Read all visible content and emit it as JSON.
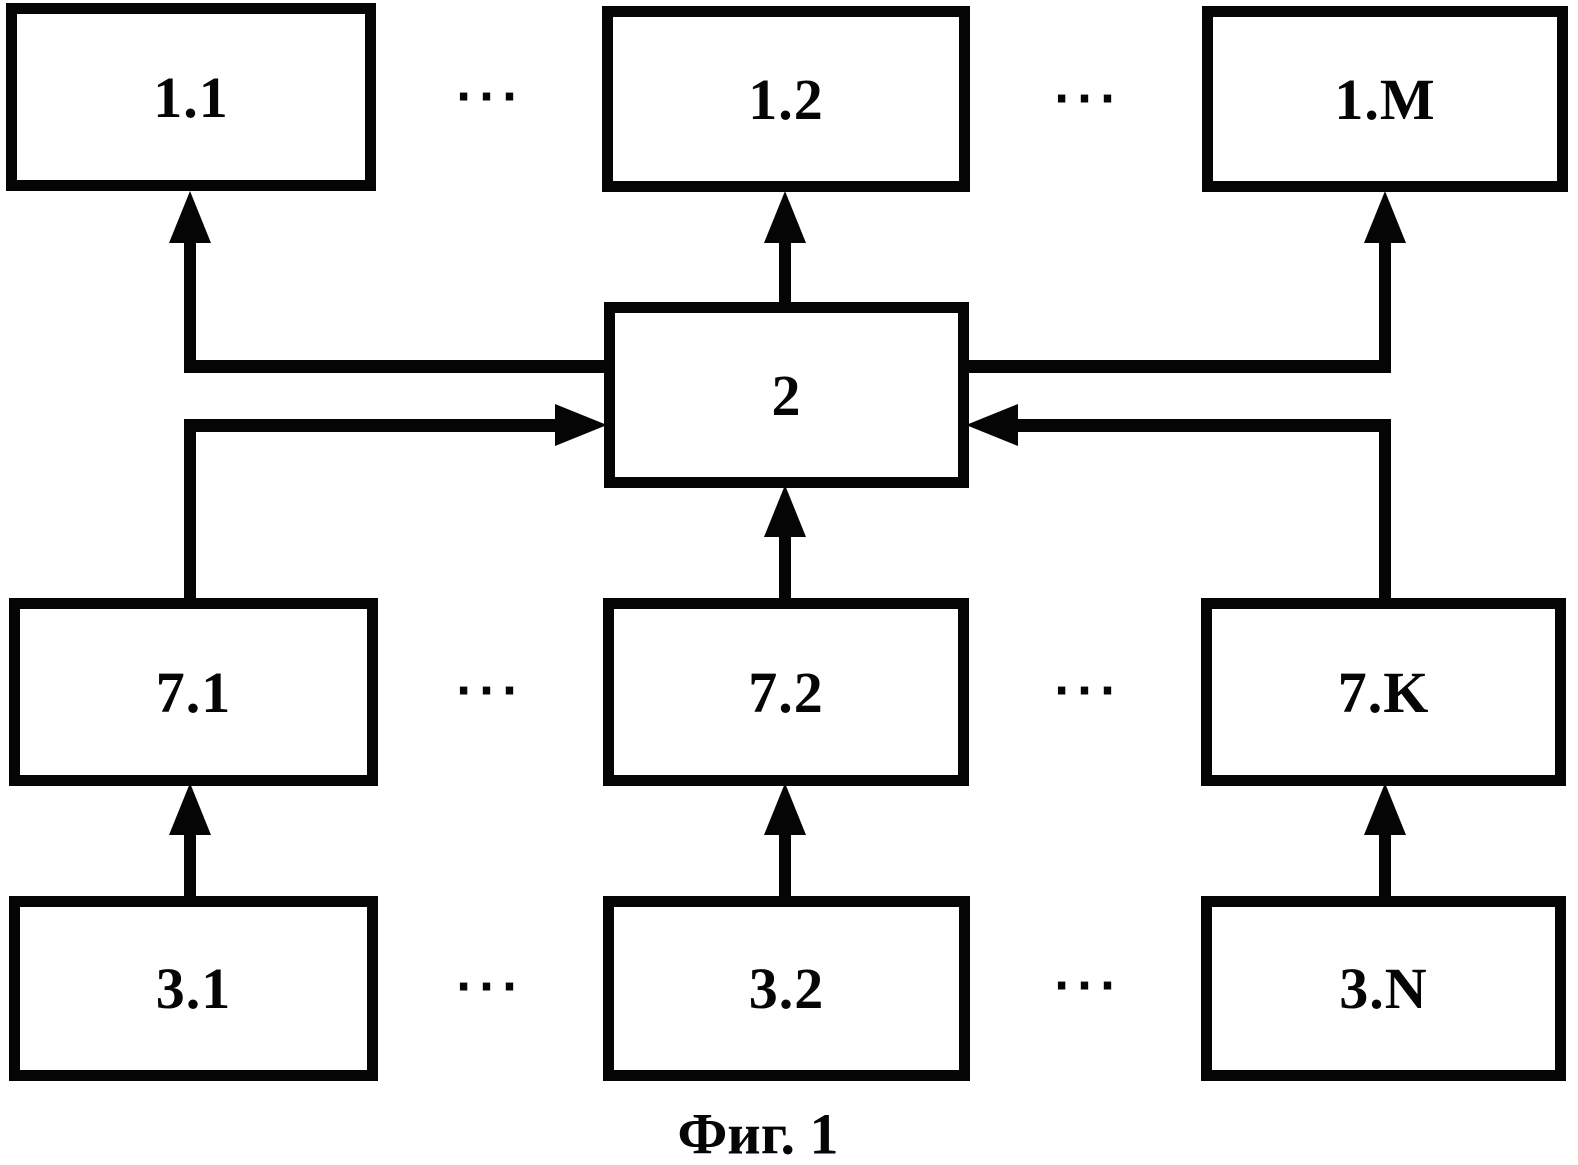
{
  "figure": {
    "caption": "Фиг. 1",
    "ellipsis": "···",
    "ink_color": "#050505",
    "background_color": "#ffffff",
    "nodes": {
      "top_left": {
        "label": "1.1"
      },
      "top_center": {
        "label": "1.2"
      },
      "top_right": {
        "label": "1.M"
      },
      "center": {
        "label": "2"
      },
      "mid_left": {
        "label": "7.1"
      },
      "mid_center": {
        "label": "7.2"
      },
      "mid_right": {
        "label": "7.K"
      },
      "bottom_left": {
        "label": "3.1"
      },
      "bottom_center": {
        "label": "3.2"
      },
      "bottom_right": {
        "label": "3.N"
      }
    },
    "edges": [
      {
        "from": "2",
        "to": "1.1"
      },
      {
        "from": "2",
        "to": "1.2"
      },
      {
        "from": "2",
        "to": "1.M"
      },
      {
        "from": "7.1",
        "to": "2"
      },
      {
        "from": "7.2",
        "to": "2"
      },
      {
        "from": "7.K",
        "to": "2"
      },
      {
        "from": "3.1",
        "to": "7.1"
      },
      {
        "from": "3.2",
        "to": "7.2"
      },
      {
        "from": "3.N",
        "to": "7.K"
      }
    ]
  }
}
